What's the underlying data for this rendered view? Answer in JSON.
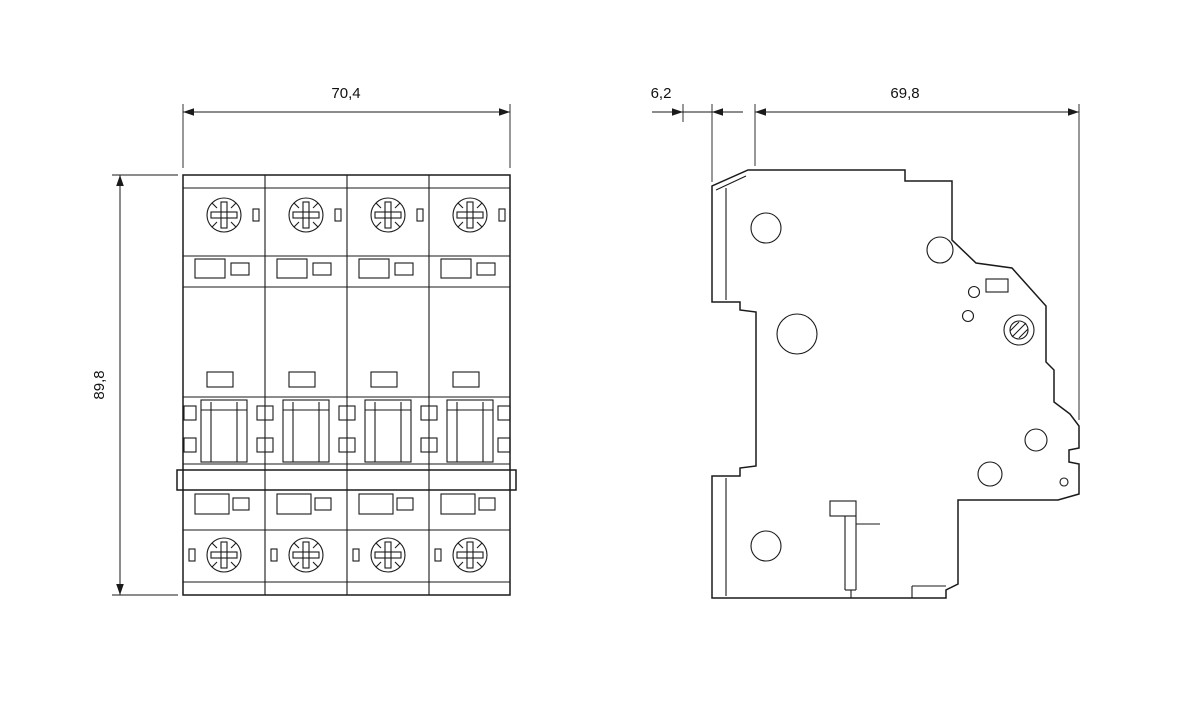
{
  "drawing": {
    "type": "technical-dimension-drawing",
    "subject": "4-pole miniature circuit breaker, front and side views",
    "dimensions": {
      "front_width": "70,4",
      "front_height": "89,8",
      "side_clip_depth": "6,2",
      "side_body_depth": "69,8"
    }
  },
  "colors": {
    "background": "#ffffff",
    "line": "#1a1a1a",
    "text": "#111111"
  }
}
